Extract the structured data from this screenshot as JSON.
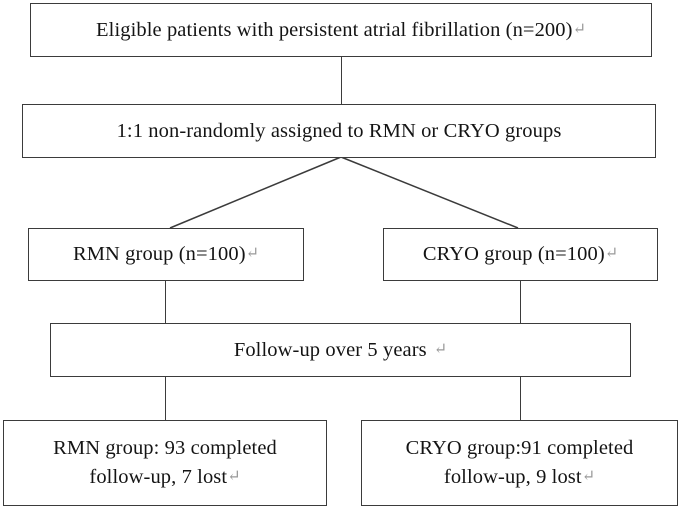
{
  "diagram": {
    "type": "flowchart",
    "title": "Patient enrollment and follow-up flow",
    "line_color": "#3b3b3b",
    "text_color": "#141414",
    "pilcrow_color": "#9a9a9a",
    "background": "#ffffff",
    "return_mark": "↵",
    "nodes": {
      "eligible": {
        "text": "Eligible patients with persistent atrial fibrillation (n=200)",
        "has_return_mark": true
      },
      "assignment": {
        "text": "1:1 non-randomly assigned to RMN or CRYO groups",
        "has_return_mark": false
      },
      "rmn_group": {
        "text": "RMN group (n=100)",
        "has_return_mark": true
      },
      "cryo_group": {
        "text": "CRYO group (n=100)",
        "has_return_mark": true
      },
      "followup": {
        "text": "Follow-up over 5 years",
        "has_return_mark": true
      },
      "rmn_outcome": {
        "line1": "RMN group: 93 completed",
        "line2": "follow-up, 7 lost",
        "has_return_mark": true
      },
      "cryo_outcome": {
        "line1": "CRYO group:91 completed",
        "line2": "follow-up, 9 lost",
        "has_return_mark": true
      }
    }
  }
}
